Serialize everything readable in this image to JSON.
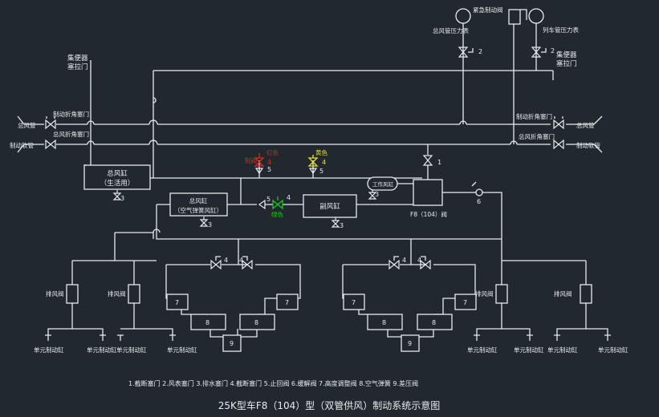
{
  "title": "25K型车F8（104）型（双管供风）制动系统示意图",
  "legend": "1.截断塞门  2.风表塞门  3.排水塞门  4.截断塞门  5.止回阀  6.缓解阀  7.高度调整阀  8.空气弹簧  9.差压阀",
  "labels": {
    "emergency_valve": "紧急制动阀",
    "main_pipe_gauge": "总风管压力表",
    "train_pipe_gauge": "列车管压力表",
    "toilet_cock_left_1": "集便器",
    "toilet_cock_left_2": "塞拉门",
    "toilet_cock_right_1": "集便器",
    "toilet_cock_right_2": "塞拉门",
    "angle_cock_top_left": "制动折角塞门",
    "angle_cock_bot_left": "总风折角塞门",
    "main_pipe_left": "总风管",
    "brake_hose_left": "制动软管",
    "angle_cock_top_right": "制动折角塞门",
    "angle_cock_bot_right": "总风折角塞门",
    "main_pipe_right": "总风管",
    "brake_hose_right": "制动软管",
    "reservoir_life_1": "总风缸",
    "reservoir_life_2": "（生活用）",
    "reservoir_spring_1": "总风缸",
    "reservoir_spring_2": "（空气弹簧风缸）",
    "aux_reservoir": "副风缸",
    "work_reservoir": "工作风缸",
    "f8_valve": "F8（104）阀",
    "red_label": "红色",
    "red_prefix": "制阀",
    "yellow_label": "黄色",
    "green_label": "绿色",
    "exhaust_valve_1": "排风阀",
    "exhaust_valve_2": "排风阀",
    "exhaust_valve_3": "排风阀",
    "exhaust_valve_4": "排风阀",
    "unit_cyl_1": "单元制动缸",
    "unit_cyl_2": "单元制动缸",
    "unit_cyl_3": "单元制动缸",
    "unit_cyl_4": "单元制动缸",
    "unit_cyl_5": "单元制动缸",
    "unit_cyl_6": "单元制动缸",
    "unit_cyl_7": "单元制动缸",
    "unit_cyl_8": "单元制动缸"
  },
  "numbers": {
    "n2a": "2",
    "n2b": "2",
    "n1": "1",
    "n3a": "3",
    "n3b": "3",
    "n3c": "3",
    "n3d": "3",
    "n4red": "4",
    "n4yel": "4",
    "n4grn": "4",
    "n5a": "5",
    "n5b": "5",
    "n5c": "5",
    "n6": "6",
    "n4l1": "4",
    "n4l2": "4",
    "n4r1": "4",
    "n4r2": "4",
    "n7a": "7",
    "n7b": "7",
    "n7c": "7",
    "n7d": "7",
    "n8a": "8",
    "n8b": "8",
    "n8c": "8",
    "n8d": "8",
    "n9a": "9",
    "n9b": "9"
  },
  "colors": {
    "background": "#212830",
    "line": "#e8eaec",
    "red": "#e0241c",
    "yellow": "#e8e020",
    "green": "#22c022"
  }
}
